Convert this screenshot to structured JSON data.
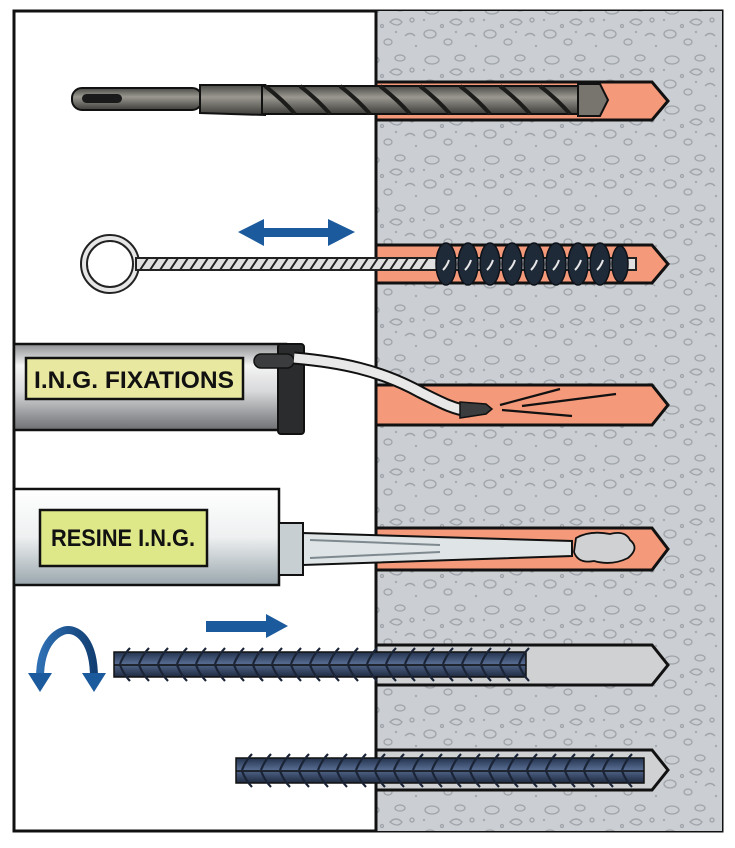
{
  "diagram": {
    "title": "Chemical anchor installation steps",
    "colors": {
      "concrete": "#c9ccd0",
      "hole": "#f4997a",
      "steel_blue": "#344a6e",
      "arrow_blue": "#1b5a9c",
      "label_bg": "#e8e8a0",
      "resin": "#cfd1d3"
    },
    "steps": [
      {
        "id": "drill",
        "description": "Drill the hole"
      },
      {
        "id": "brush",
        "description": "Clean the hole with brush",
        "arrow": "double-arrow-icon"
      },
      {
        "id": "blow",
        "description": "Blow out dust",
        "tool_label": "I.N.G. FIXATIONS"
      },
      {
        "id": "inject",
        "description": "Inject resin",
        "tool_label": "RESINE I.N.G."
      },
      {
        "id": "insert",
        "description": "Insert rebar with rotation",
        "arrow": "right-arrow-icon",
        "rotation": "rotate-icon"
      },
      {
        "id": "set",
        "description": "Rebar set in hole"
      }
    ]
  }
}
